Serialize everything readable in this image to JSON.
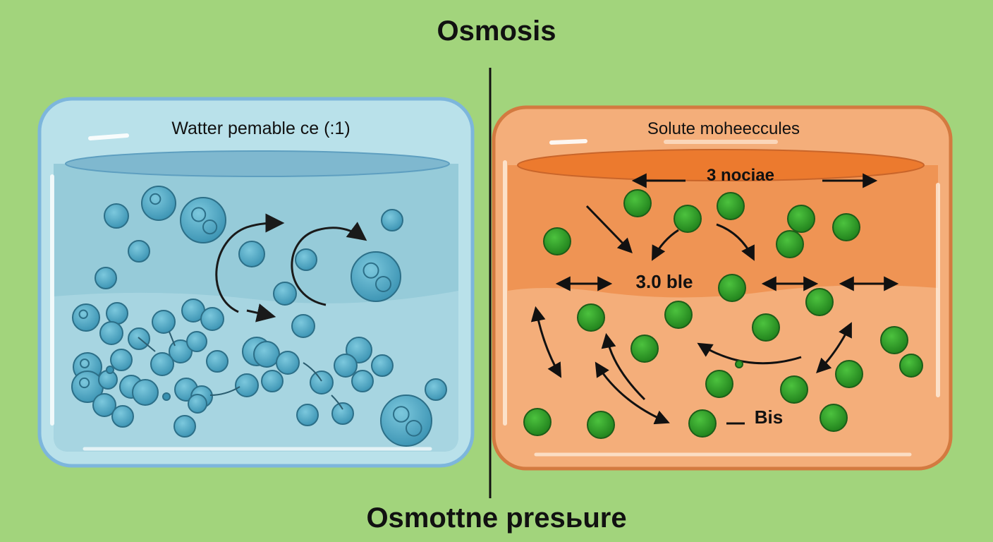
{
  "title": "Osmosis",
  "bottom_label": "Osmottne presьure",
  "left_container": {
    "label": "Watter pemable ce (:1)"
  },
  "right_container": {
    "label": "Solute moheeccules",
    "annotations": [
      "3 nociae",
      "3.0 ble",
      "Bis"
    ]
  },
  "colors": {
    "background": "#a2d47c",
    "water_fill": "#a9d8e2",
    "water_edge": "#6faed1",
    "water_molecule": "#4aa4c2",
    "solution_fill": "#f2a56a",
    "solution_edge": "#d97a3c",
    "solute_molecule": "#2f9a26",
    "divider": "#111111"
  }
}
